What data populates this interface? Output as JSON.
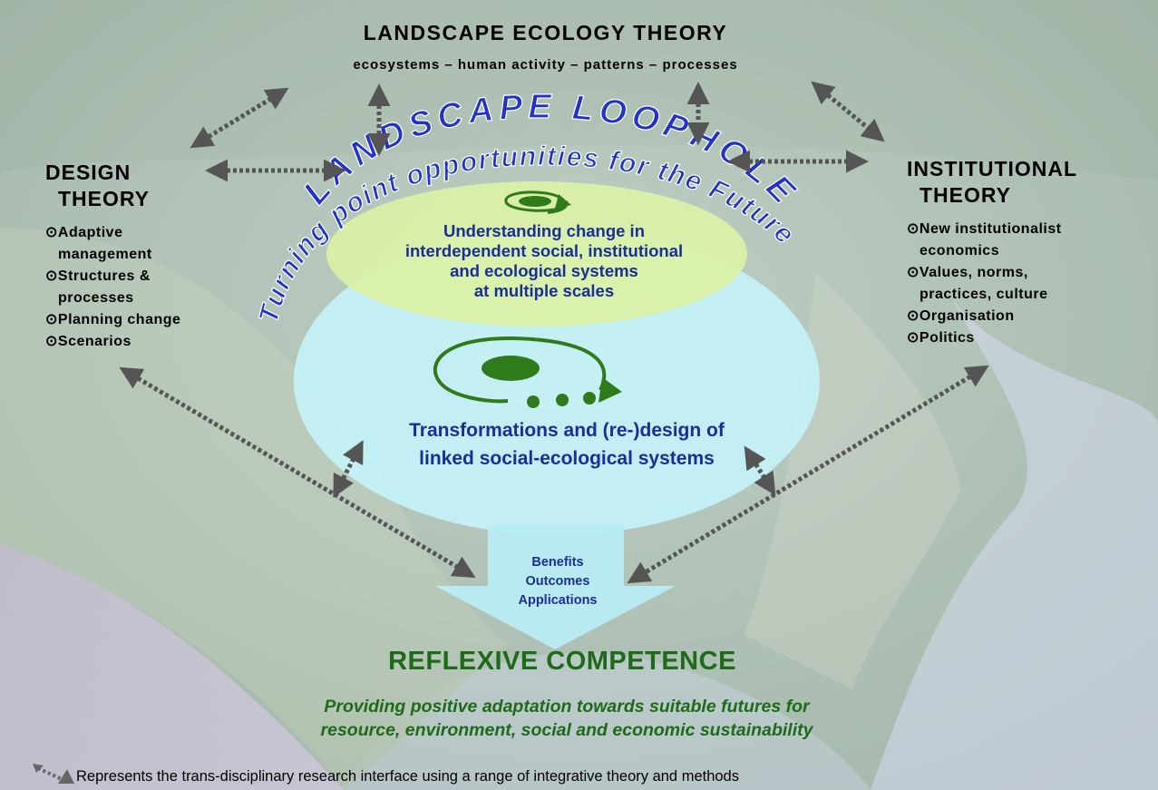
{
  "top": {
    "title": "LANDSCAPE ECOLOGY THEORY",
    "subtitle": "ecosystems – human activity – patterns – processes"
  },
  "design": {
    "title_line1": "DESIGN",
    "title_line2": "THEORY",
    "items": [
      "⊙Adaptive",
      "management",
      "⊙Structures &",
      "processes",
      "⊙Planning change",
      "⊙Scenarios"
    ]
  },
  "institutional": {
    "title_line1": "INSTITUTIONAL",
    "title_line2": "THEORY",
    "items": [
      "⊙New institutionalist",
      "economics",
      "⊙Values, norms,",
      "practices, culture",
      "⊙Organisation",
      "⊙Politics"
    ]
  },
  "arc": {
    "outer": "LANDSCAPE LOOPHOLES",
    "inner": "Turning point opportunities for the Future"
  },
  "upper_ellipse": {
    "lines": [
      "Understanding change in",
      "interdependent social, institutional",
      "and ecological systems",
      "at multiple scales"
    ]
  },
  "lower_ellipse": {
    "lines": [
      "Transformations and (re-)design of",
      "linked social-ecological systems"
    ]
  },
  "arrow_box": {
    "lines": [
      "Benefits",
      "Outcomes",
      "Applications"
    ]
  },
  "reflexive": {
    "title": "REFLEXIVE COMPETENCE",
    "lines": [
      "Providing positive adaptation towards suitable futures for",
      "resource, environment, social and economic sustainability"
    ]
  },
  "footer": {
    "legend_text": "Represents the trans-disciplinary research interface using a range of integrative theory and methods"
  },
  "colors": {
    "arc_text": "#2233cc",
    "blue_text": "#1a2e9a",
    "green_text": "#1d6a18",
    "upper_ellipse": "#d8f0a0",
    "lower_ellipse": "#c4f0f6",
    "spiral": "#2f7a1a",
    "arrow": "#555555"
  },
  "icons": [
    "dotted-double-arrow-icon",
    "spiral-icon",
    "down-arrow-icon"
  ]
}
